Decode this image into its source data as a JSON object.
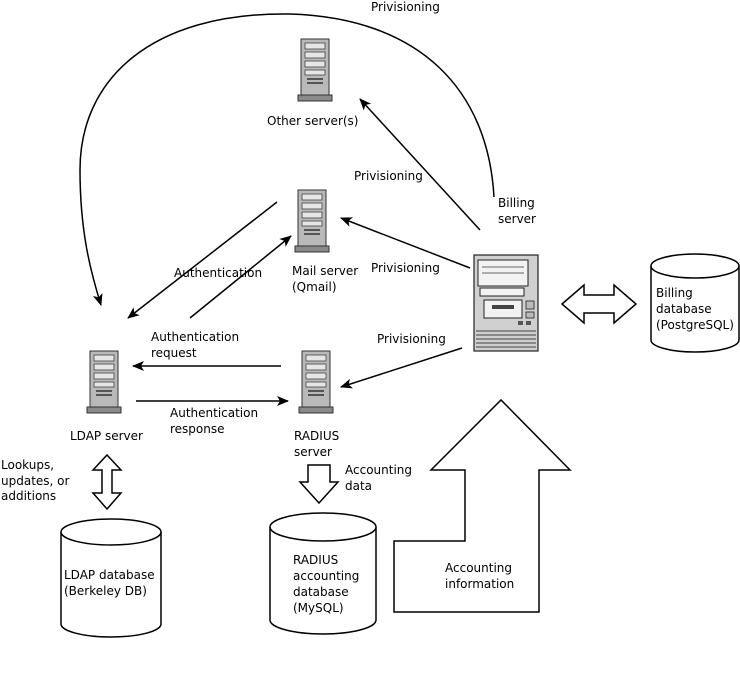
{
  "labels": {
    "provisioning_top": "Privisioning",
    "provisioning_other": "Privisioning",
    "provisioning_mail": "Privisioning",
    "provisioning_radius": "Privisioning",
    "other_servers": "Other server(s)",
    "billing_server_line1": "Billing",
    "billing_server_line2": "server",
    "authentication": "Authentication",
    "mail_server_line1": "Mail server",
    "mail_server_line2": "(Qmail)",
    "billing_db_line1": "Billing",
    "billing_db_line2": "database",
    "billing_db_line3": "(PostgreSQL)",
    "auth_request_line1": "Authentication",
    "auth_request_line2": "request",
    "ldap_server": "LDAP server",
    "auth_response_line1": "Authentication",
    "auth_response_line2": "response",
    "radius_server_line1": "RADIUS",
    "radius_server_line2": "server",
    "lookups_line1": "Lookups,",
    "lookups_line2": "updates, or",
    "lookups_line3": "additions",
    "accounting_data_line1": "Accounting",
    "accounting_data_line2": "data",
    "ldap_db_line1": "LDAP database",
    "ldap_db_line2": "(Berkeley DB)",
    "radius_db_line1": "RADIUS",
    "radius_db_line2": "accounting",
    "radius_db_line3": "database",
    "radius_db_line4": "(MySQL)",
    "accounting_info_line1": "Accounting",
    "accounting_info_line2": "information"
  },
  "colors": {
    "line": "#000000",
    "tower": "#b9b9b9",
    "background": "#ffffff"
  },
  "icons": {
    "server": "server-tower-icon",
    "billing": "desktop-computer-icon",
    "database": "database-cylinder-icon"
  }
}
